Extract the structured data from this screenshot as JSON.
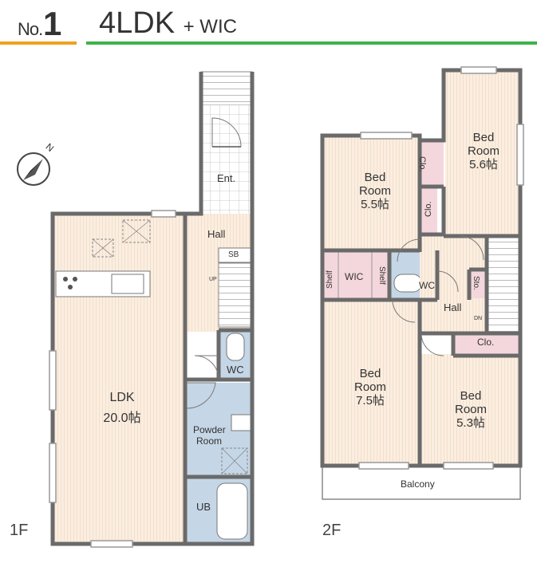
{
  "header": {
    "no_label": "No.",
    "no_number": "1",
    "title": "4LDK",
    "title_sub": "+ WIC"
  },
  "compass": {
    "north_label": "N"
  },
  "floor1": {
    "label": "1F",
    "rooms": {
      "ent": "Ent.",
      "hall": "Hall",
      "sb": "SB",
      "up": "UP",
      "wc": "WC",
      "ldk_name": "LDK",
      "ldk_size": "20.0帖",
      "powder_1": "Powder",
      "powder_2": "Room",
      "ub": "UB"
    }
  },
  "floor2": {
    "label": "2F",
    "rooms": {
      "bed55_1": "Bed",
      "bed55_2": "Room",
      "bed55_3": "5.5帖",
      "bed56_1": "Bed",
      "bed56_2": "Room",
      "bed56_3": "5.6帖",
      "clo_a": "Clo.",
      "clo_b": "Clo.",
      "clo_c": "Clo.",
      "shelf_a": "Shelf",
      "shelf_b": "Shelf",
      "wic": "WIC",
      "wc": "WC",
      "sto": "Sto.",
      "hall": "Hall",
      "dn": "DN",
      "bed75_1": "Bed",
      "bed75_2": "Room",
      "bed75_3": "7.5帖",
      "bed53_1": "Bed",
      "bed53_2": "Room",
      "bed53_3": "5.3帖",
      "balcony": "Balcony"
    }
  },
  "colors": {
    "room_fill": "#fbeee0",
    "wet_fill": "#c5d6e6",
    "storage_fill": "#f4d7dc",
    "wall": "#6a6a6a",
    "accent_orange": "#f0a020",
    "accent_green": "#3cb44b"
  }
}
